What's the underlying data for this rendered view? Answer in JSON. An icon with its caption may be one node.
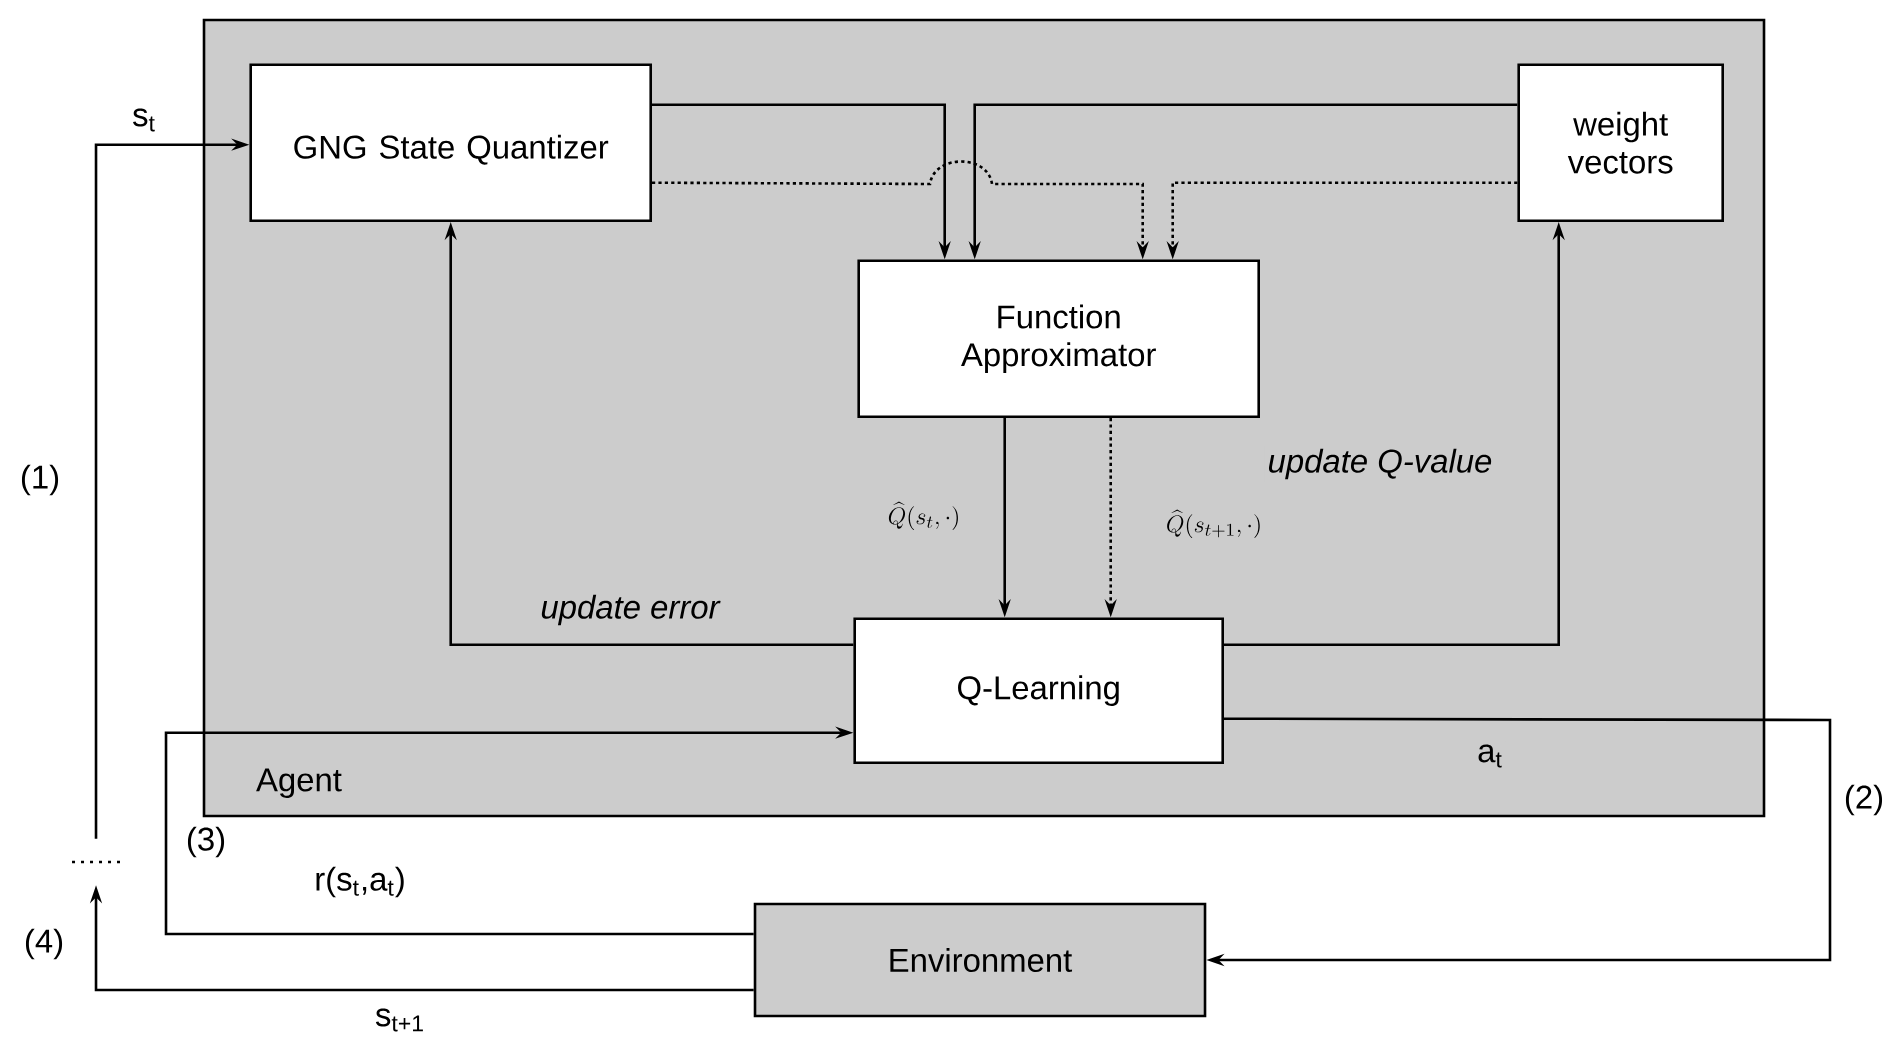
{
  "diagram": {
    "nodes": [
      {
        "text": [
          "Agent"
        ]
      },
      {
        "text": [
          "GNG State Quantizer"
        ],
        "in": 0
      },
      {
        "text": [
          "weight vectors"
        ],
        "in": 0
      },
      {
        "text": [
          "Function Approximator"
        ],
        "in": 0
      },
      {
        "text": [
          "Q-Learning"
        ],
        "in": 0
      },
      {
        "text": [
          "Environment"
        ]
      },
      {
        "text": [],
        "shape": "dots"
      }
    ],
    "edges": [
      {
        "from": 1,
        "to": 3,
        "arrow": "to"
      },
      {
        "from": 2,
        "to": 3,
        "arrow": "to"
      },
      {
        "from": 1,
        "to": 3,
        "arrow": "to",
        "style": "dashed"
      },
      {
        "from": 2,
        "to": 3,
        "arrow": "to",
        "style": "dashed"
      },
      {
        "from": 3,
        "to": 4,
        "arrow": "to",
        "label": "\\widehat{Q}(s_{t},\\cdot)"
      },
      {
        "from": 3,
        "to": 4,
        "arrow": "to",
        "style": "dashed",
        "label": "\\widehat{Q}(s_{t+1},\\cdot)"
      },
      {
        "from": 4,
        "to": 1,
        "arrow": "to",
        "label": "update error"
      },
      {
        "from": 4,
        "to": 2,
        "arrow": "to",
        "label": "update Q-value"
      },
      {
        "from": 4,
        "to": 5,
        "arrow": "to",
        "label": "a$_{t}$"
      },
      {
        "from": 5,
        "to": 4,
        "arrow": "to",
        "label": "r(s$_{t}$,a$_{t}$)"
      },
      {
        "from": 5,
        "to": 6,
        "arrow": "to",
        "label": "s$_{t+1}$"
      },
      {
        "from": 6,
        "to": 1,
        "arrow": "to",
        "label": "s$_{t}$"
      }
    ],
    "labels": [
      "(1)",
      "(2)",
      "(3)",
      "(4)"
    ]
  }
}
